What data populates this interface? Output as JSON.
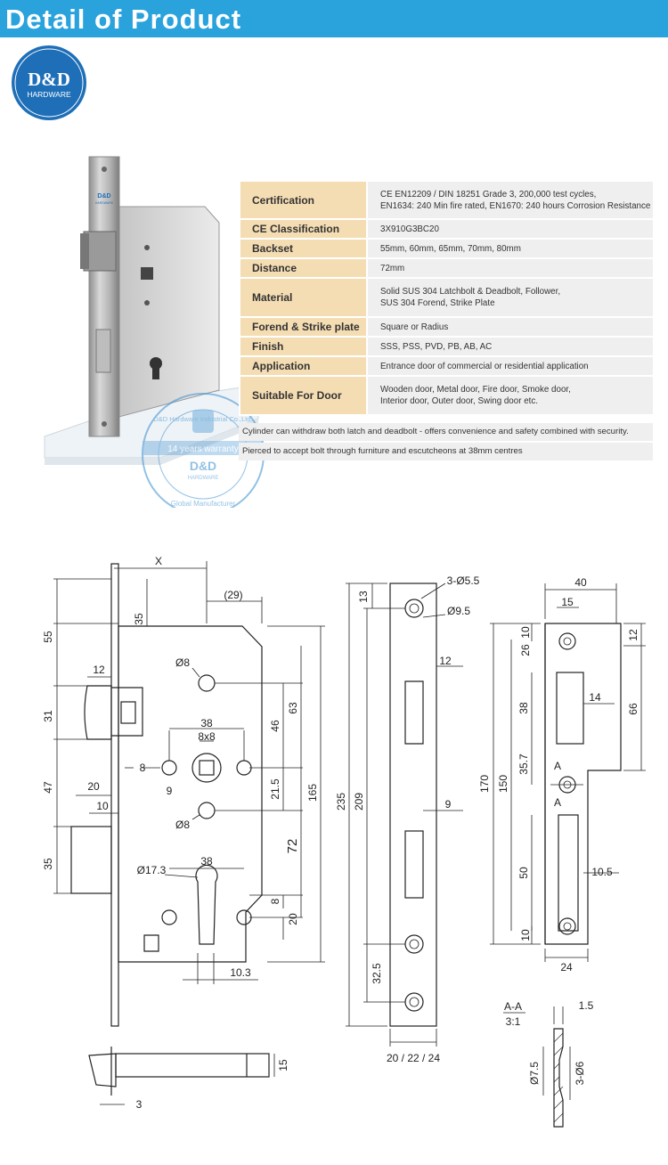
{
  "header": {
    "title": "Detail of Product"
  },
  "logo": {
    "brand": "D&D",
    "sub": "HARDWARE"
  },
  "product": {
    "strike_brand": "D&D",
    "strike_sub": "HARDWARE"
  },
  "watermark": {
    "company": "D&D Hardware Industrial Co.,Ltd.",
    "warranty": "14 years warranty",
    "brand": "D&D",
    "sub": "HARDWARE",
    "tagline": "Global Manufacturer"
  },
  "specs": [
    {
      "key": "Certification",
      "value_lines": [
        "CE EN12209 / DIN 18251 Grade 3, 200,000 test cycles,",
        "EN1634: 240 Min fire rated, EN1670: 240 hours Corrosion Resistance"
      ]
    },
    {
      "key": "CE Classification",
      "value_lines": [
        "3X910G3BC20"
      ]
    },
    {
      "key": "Backset",
      "value_lines": [
        "55mm, 60mm, 65mm, 70mm, 80mm"
      ]
    },
    {
      "key": "Distance",
      "value_lines": [
        "72mm"
      ]
    },
    {
      "key": "Material",
      "value_lines": [
        "Solid SUS 304 Latchbolt & Deadbolt, Follower,",
        "SUS 304 Forend, Strike Plate"
      ]
    },
    {
      "key": "Forend & Strike plate",
      "value_lines": [
        "Square or Radius"
      ]
    },
    {
      "key": "Finish",
      "value_lines": [
        "SSS, PSS, PVD, PB, AB, AC"
      ]
    },
    {
      "key": "Application",
      "value_lines": [
        "Entrance door of commercial or residential application"
      ]
    },
    {
      "key": "Suitable For Door",
      "value_lines": [
        "Wooden door, Metal door, Fire door, Smoke door,",
        "Interior door, Outer door, Swing door etc."
      ]
    }
  ],
  "notes": [
    "Cylinder can withdraw both latch and deadbolt - offers convenience and safety combined with security.",
    "Pierced to accept bolt through furniture and escutcheons at 38mm centres"
  ],
  "drawing": {
    "body": {
      "x": "X",
      "d29": "(29)",
      "d35": "35",
      "d55": "55",
      "d12": "12",
      "d31": "31",
      "d47": "47",
      "d20": "20",
      "d10": "10",
      "d35b": "35",
      "phi8a": "Ø8",
      "d38": "38",
      "d8x8": "8x8",
      "d8": "8",
      "d9": "9",
      "phi8b": "Ø8",
      "d46": "46",
      "d63": "63",
      "d21_5": "21.5",
      "d72": "72",
      "d165": "165",
      "phi17_3": "Ø17.3",
      "d38b": "38",
      "d8b": "8",
      "d20b": "20",
      "d10_3": "10.3",
      "d15": "15",
      "d3": "3"
    },
    "forend": {
      "holes": "3-Ø5.5",
      "phi9_5": "Ø9.5",
      "d13": "13",
      "d12": "12",
      "d235": "235",
      "d209": "209",
      "d9": "9",
      "d32_5": "32.5",
      "widths": "20 / 22 / 24"
    },
    "strike": {
      "d40": "40",
      "d15": "15",
      "d10": "10",
      "d26": "26",
      "d12": "12",
      "d38": "38",
      "d14": "14",
      "d66": "66",
      "d170": "170",
      "d150": "150",
      "d35_7": "35.7",
      "a1": "A",
      "a2": "A",
      "d50": "50",
      "d10_5": "10.5",
      "d10b": "10",
      "d24": "24"
    },
    "section": {
      "title": "A-A",
      "scale": "3:1",
      "d1_5": "1.5",
      "phi7_5": "Ø7.5",
      "holes": "3-Ø6"
    }
  }
}
